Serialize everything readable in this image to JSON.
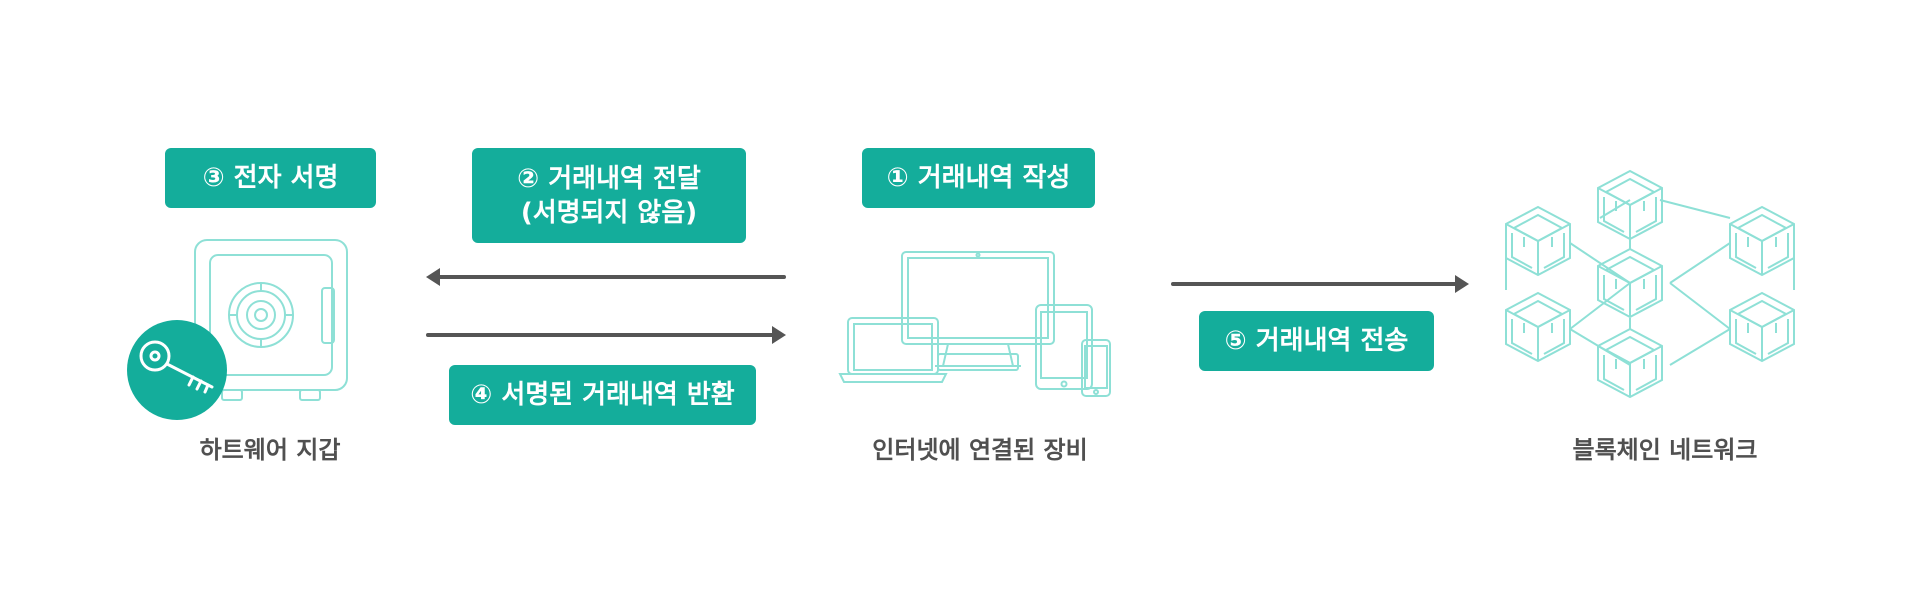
{
  "colors": {
    "accent": "#14ad9b",
    "line_art": "#8ee0d6",
    "arrow": "#555555",
    "caption": "#505050"
  },
  "steps": [
    {
      "label": "③ 전자 서명"
    },
    {
      "label": "② 거래내역 전달\n(서명되지 않음)"
    },
    {
      "label": "① 거래내역 작성"
    },
    {
      "label": "④ 서명된 거래내역 반환"
    },
    {
      "label": "⑤ 거래내역 전송"
    }
  ],
  "nodes": {
    "wallet": {
      "caption": "하트웨어 지갑",
      "icons": [
        "safe-icon",
        "key-icon"
      ]
    },
    "devices": {
      "caption": "인터넷에 연결된 장비",
      "icons": [
        "monitor-icon",
        "laptop-icon",
        "tablet-icon",
        "phone-icon"
      ]
    },
    "network": {
      "caption": "블록체인 네트워크",
      "icons": [
        "blockchain-cubes-icon"
      ]
    }
  },
  "arrows": [
    {
      "from": "devices",
      "to": "wallet"
    },
    {
      "from": "wallet",
      "to": "devices"
    },
    {
      "from": "devices",
      "to": "network"
    }
  ]
}
